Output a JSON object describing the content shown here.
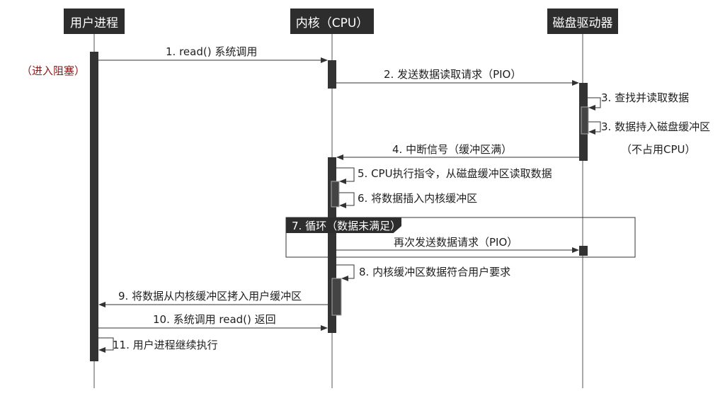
{
  "participants": {
    "user": "用户进程",
    "kernel": "内核（CPU）",
    "disk": "磁盘驱动器"
  },
  "note_blocked": "（进入阻塞）",
  "messages": {
    "m1": "1. read() 系统调用",
    "m2": "2. 发送数据读取请求（PIO）",
    "m3a": "3. 查找并读取数据",
    "m3b": "3. 数据持入磁盘缓冲区",
    "m3c": "（不占用CPU）",
    "m4": "4. 中断信号（缓冲区满）",
    "m5": "5. CPU执行指令，从磁盘缓冲区读取数据",
    "m6": "6. 将数据插入内核缓冲区",
    "loop_label": "7. 循环（数据未满足）",
    "loop_msg": "再次发送数据请求（PIO）",
    "m8": "8. 内核缓冲区数据符合用户要求",
    "m9": "9. 将数据从内核缓冲区拷入用户缓冲区",
    "m10": "10. 系统调用 read() 返回",
    "m11": "11. 用户进程继续执行"
  },
  "colors": {
    "header_bg": "#2d2d2d",
    "activation": "#333333",
    "note": "#8b1a1a"
  }
}
